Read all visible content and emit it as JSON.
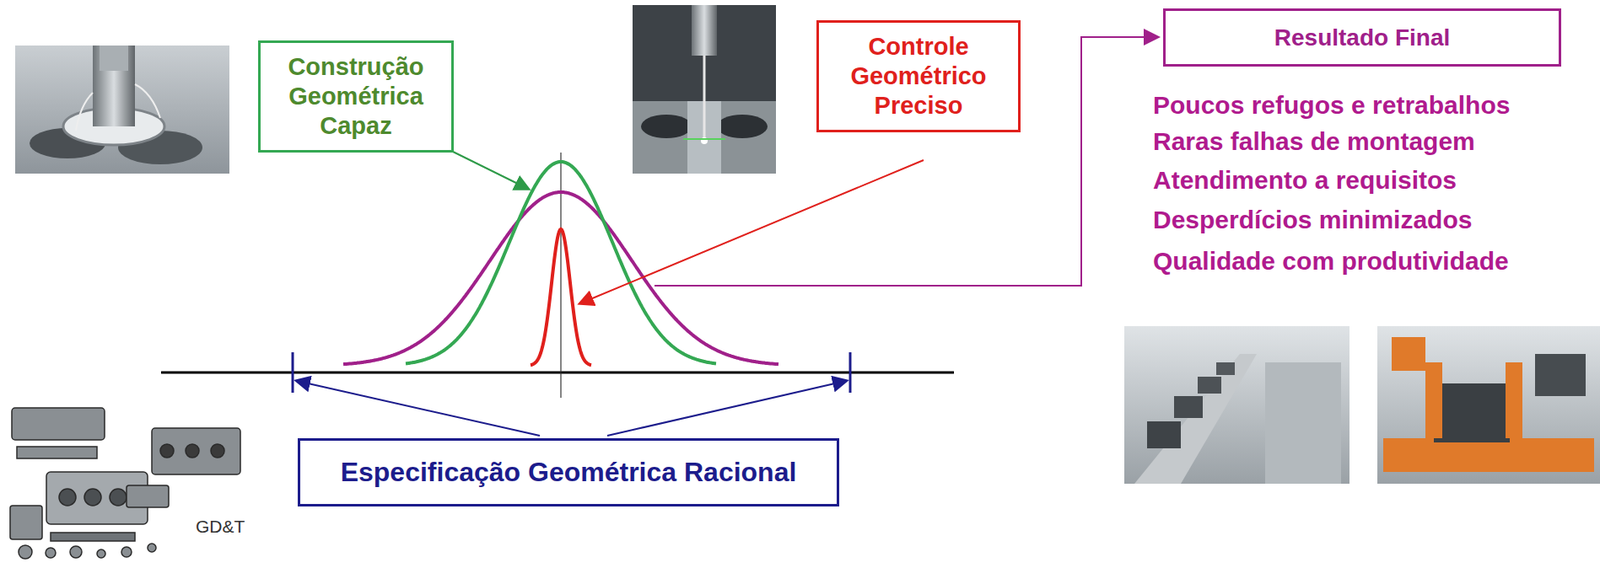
{
  "diagram": {
    "nodes": [
      {
        "text": [
          "Construção Geométrica Capaz"
        ]
      },
      {
        "text": [
          "Controle Geométrico Preciso"
        ]
      },
      {
        "text": [
          "Resultado Final"
        ]
      },
      {
        "text": [
          "Especificação Geométrica Racional"
        ]
      }
    ],
    "labels": [
      "Poucos refugos e retrabalhos",
      "Raras falhas de montagem",
      "Atendimento a requisitos",
      "Desperdícios minimizados",
      "Qualidade com produtividade",
      "GD&T"
    ]
  }
}
